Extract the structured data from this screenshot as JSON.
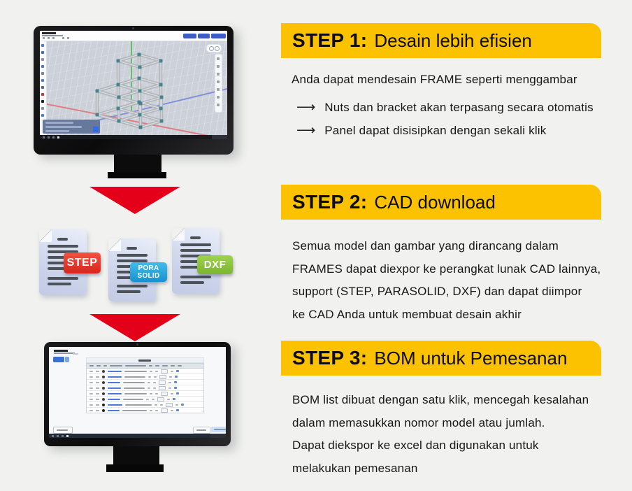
{
  "page": {
    "bg_color": "#f1f2ef",
    "accent_yellow": "#fcc200",
    "arrow_red": "#e50019"
  },
  "steps": [
    {
      "title_bold": "STEP 1:",
      "title_rest": "Desain lebih efisien",
      "intro": "Anda dapat mendesain FRAME seperti menggambar",
      "arrow_glyph": "⟶",
      "bullets": [
        "Nuts dan bracket akan terpasang secara otomatis",
        "Panel dapat disisipkan dengan sekali klik"
      ]
    },
    {
      "title_bold": "STEP 2:",
      "title_rest": "CAD download",
      "lines": [
        "Semua model dan gambar yang dirancang dalam",
        "FRAMES dapat diexpor ke perangkat lunak CAD lainnya,",
        "support (STEP, PARASOLID, DXF) dan dapat diimpor",
        "ke CAD Anda untuk membuat desain akhir"
      ]
    },
    {
      "title_bold": "STEP 3:",
      "title_rest": "BOM untuk Pemesanan",
      "lines": [
        "BOM list dibuat dengan satu klik, mencegah kesalahan",
        "dalam memasukkan nomor model atau jumlah.",
        "Dapat diekspor ke excel dan digunakan untuk",
        "melakukan pemesanan"
      ]
    }
  ],
  "file_badges": [
    {
      "label": "STEP",
      "color": "#e2382d"
    },
    {
      "label_line1": "PORA",
      "label_line2": "SOLID",
      "color": "#29a9e0"
    },
    {
      "label": "DXF",
      "color": "#8dc63f"
    }
  ]
}
